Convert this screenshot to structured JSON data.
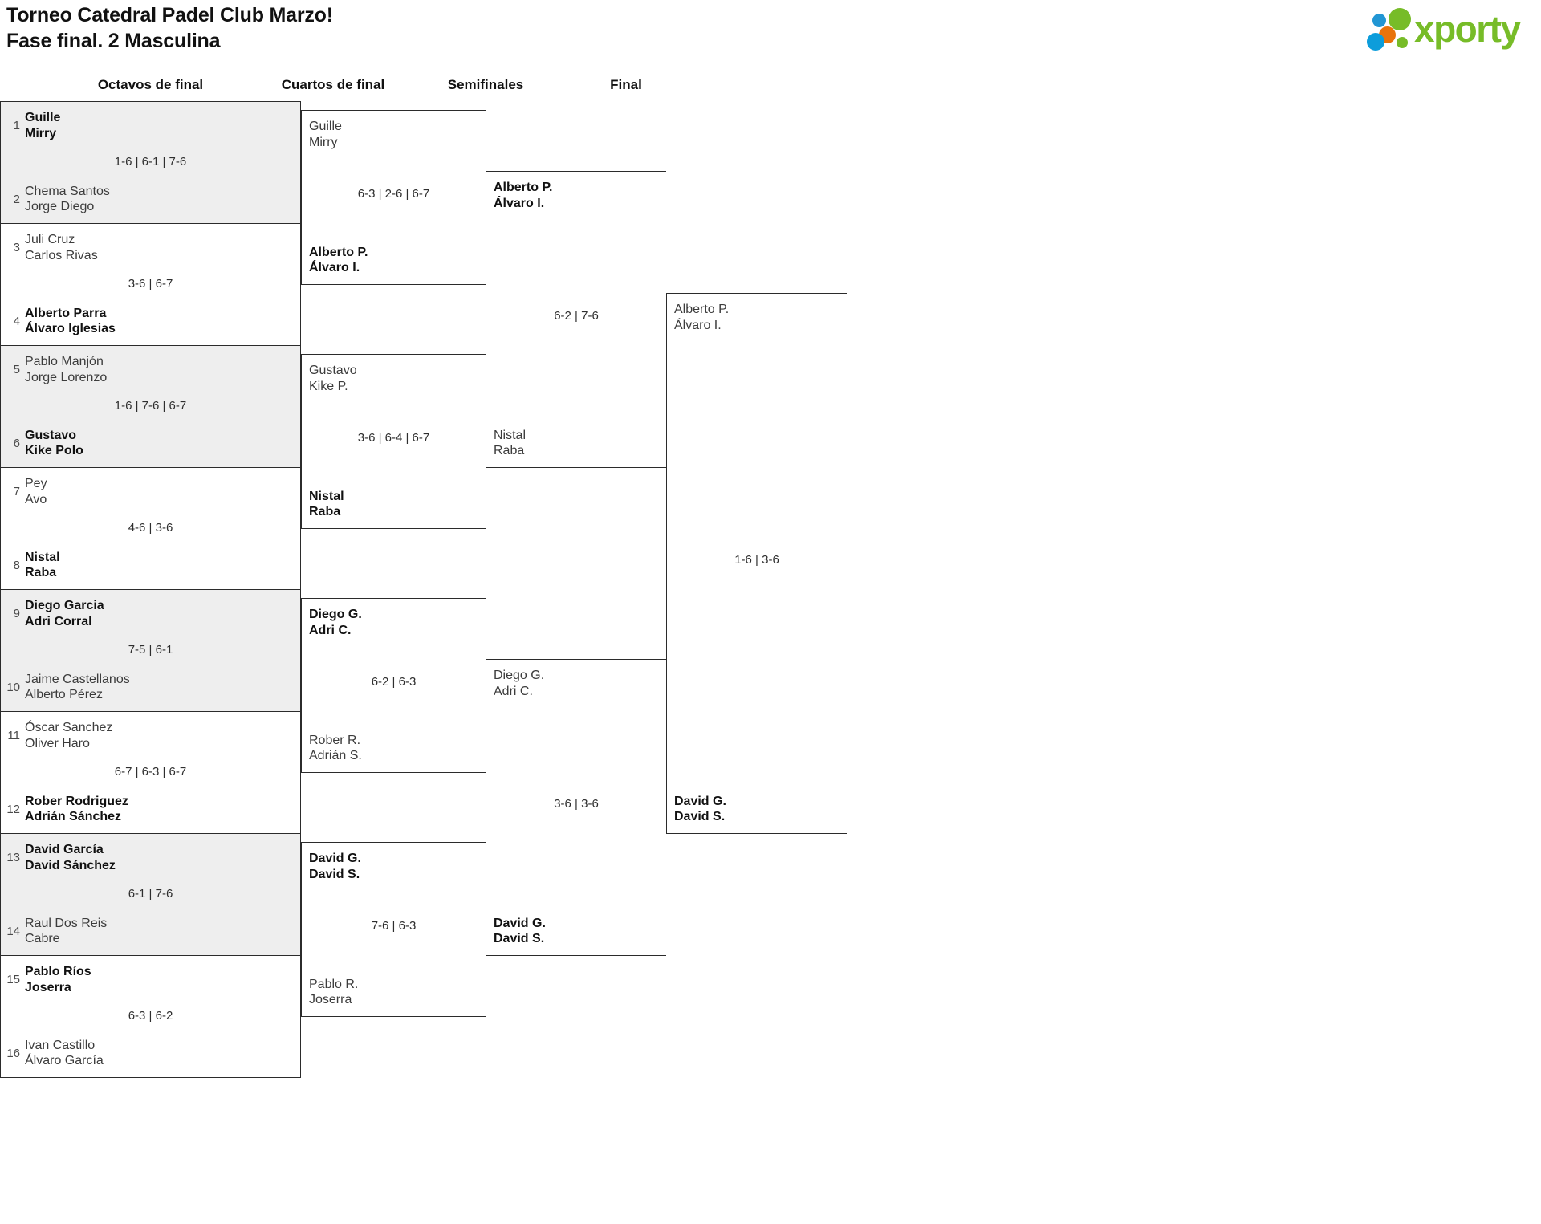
{
  "header": {
    "title_line1": "Torneo Catedral Padel Club Marzo!",
    "title_line2": "Fase final. 2 Masculina",
    "logo_text": "xporty",
    "logo_colors": {
      "green": "#77bc28",
      "blue": "#0d9ddb",
      "orange": "#e8730b"
    }
  },
  "rounds": [
    {
      "label": "Octavos de final"
    },
    {
      "label": "Cuartos de final"
    },
    {
      "label": "Semifinales"
    },
    {
      "label": "Final"
    }
  ],
  "chart_data": {
    "type": "bracket",
    "title": "Torneo Catedral Padel Club Marzo! Fase final. 2 Masculina",
    "rounds": [
      "Octavos de final",
      "Cuartos de final",
      "Semifinales",
      "Final"
    ],
    "champion": {
      "p1": "David G.",
      "p2": "David S."
    }
  },
  "round1": {
    "matches": [
      {
        "score": "1-6 | 6-1 | 7-6",
        "top": {
          "seed": "1",
          "p1": "Guille",
          "p2": "Mirry",
          "winner": true
        },
        "bottom": {
          "seed": "2",
          "p1": "Chema Santos",
          "p2": "Jorge Diego",
          "winner": false
        }
      },
      {
        "score": "3-6 | 6-7",
        "top": {
          "seed": "3",
          "p1": "Juli Cruz",
          "p2": "Carlos Rivas",
          "winner": false
        },
        "bottom": {
          "seed": "4",
          "p1": "Alberto Parra",
          "p2": "Álvaro Iglesias",
          "winner": true
        }
      },
      {
        "score": "1-6 | 7-6 | 6-7",
        "top": {
          "seed": "5",
          "p1": "Pablo Manjón",
          "p2": "Jorge Lorenzo",
          "winner": false
        },
        "bottom": {
          "seed": "6",
          "p1": "Gustavo",
          "p2": "Kike Polo",
          "winner": true
        }
      },
      {
        "score": "4-6 | 3-6",
        "top": {
          "seed": "7",
          "p1": "Pey",
          "p2": "Avo",
          "winner": false
        },
        "bottom": {
          "seed": "8",
          "p1": "Nistal",
          "p2": "Raba",
          "winner": true
        }
      },
      {
        "score": "7-5 | 6-1",
        "top": {
          "seed": "9",
          "p1": "Diego Garcia",
          "p2": "Adri Corral",
          "winner": true
        },
        "bottom": {
          "seed": "10",
          "p1": "Jaime Castellanos",
          "p2": "Alberto Pérez",
          "winner": false
        }
      },
      {
        "score": "6-7 | 6-3 | 6-7",
        "top": {
          "seed": "11",
          "p1": "Óscar Sanchez",
          "p2": "Oliver Haro",
          "winner": false
        },
        "bottom": {
          "seed": "12",
          "p1": "Rober Rodriguez",
          "p2": "Adrián Sánchez",
          "winner": true
        }
      },
      {
        "score": "6-1 | 7-6",
        "top": {
          "seed": "13",
          "p1": "David García",
          "p2": "David Sánchez",
          "winner": true
        },
        "bottom": {
          "seed": "14",
          "p1": "Raul Dos Reis",
          "p2": "Cabre",
          "winner": false
        }
      },
      {
        "score": "6-3 | 6-2",
        "top": {
          "seed": "15",
          "p1": "Pablo Ríos",
          "p2": "Joserra",
          "winner": true
        },
        "bottom": {
          "seed": "16",
          "p1": "Ivan Castillo",
          "p2": "Álvaro García",
          "winner": false
        }
      }
    ]
  },
  "round2": {
    "matches": [
      {
        "score": "6-3 | 2-6 | 6-7",
        "top": {
          "p1": "Guille",
          "p2": "Mirry",
          "winner": false
        },
        "bottom": {
          "p1": "Alberto P.",
          "p2": "Álvaro I.",
          "winner": true
        }
      },
      {
        "score": "3-6 | 6-4 | 6-7",
        "top": {
          "p1": "Gustavo",
          "p2": "Kike P.",
          "winner": false
        },
        "bottom": {
          "p1": "Nistal",
          "p2": "Raba",
          "winner": true
        }
      },
      {
        "score": "6-2 | 6-3",
        "top": {
          "p1": "Diego G.",
          "p2": "Adri C.",
          "winner": true
        },
        "bottom": {
          "p1": "Rober R.",
          "p2": "Adrián S.",
          "winner": false
        }
      },
      {
        "score": "7-6 | 6-3",
        "top": {
          "p1": "David G.",
          "p2": "David S.",
          "winner": true
        },
        "bottom": {
          "p1": "Pablo R.",
          "p2": "Joserra",
          "winner": false
        }
      }
    ]
  },
  "round3": {
    "matches": [
      {
        "score": "6-2 | 7-6",
        "top": {
          "p1": "Alberto P.",
          "p2": "Álvaro I.",
          "winner": true
        },
        "bottom": {
          "p1": "Nistal",
          "p2": "Raba",
          "winner": false
        }
      },
      {
        "score": "3-6 | 3-6",
        "top": {
          "p1": "Diego G.",
          "p2": "Adri C.",
          "winner": false
        },
        "bottom": {
          "p1": "David G.",
          "p2": "David S.",
          "winner": true
        }
      }
    ]
  },
  "round4": {
    "matches": [
      {
        "score": "1-6 | 3-6",
        "top": {
          "p1": "Alberto P.",
          "p2": "Álvaro I.",
          "winner": false
        },
        "bottom": {
          "p1": "David G.",
          "p2": "David S.",
          "winner": true
        }
      }
    ]
  }
}
